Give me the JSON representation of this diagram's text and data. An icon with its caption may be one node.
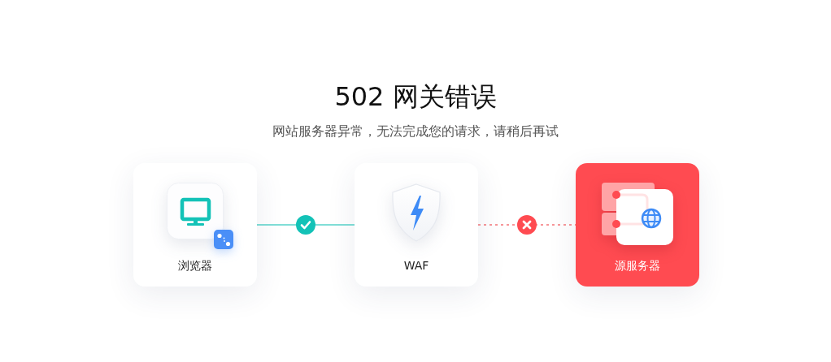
{
  "diagram": {
    "title": "502 网关错误",
    "nodes": [
      {
        "text": [
          "浏览器"
        ]
      },
      {
        "text": [
          "WAF"
        ]
      },
      {
        "text": [
          "源服务器"
        ]
      }
    ],
    "edges": [
      {
        "from": 0,
        "to": 1,
        "arrow": "none",
        "color": "#80ded7"
      },
      {
        "from": 1,
        "to": 2,
        "arrow": "none",
        "style": "dashed",
        "color": "#f7979a"
      }
    ],
    "labels": [
      "网站服务器异常，无法完成您的请求，请稍后再试"
    ]
  }
}
